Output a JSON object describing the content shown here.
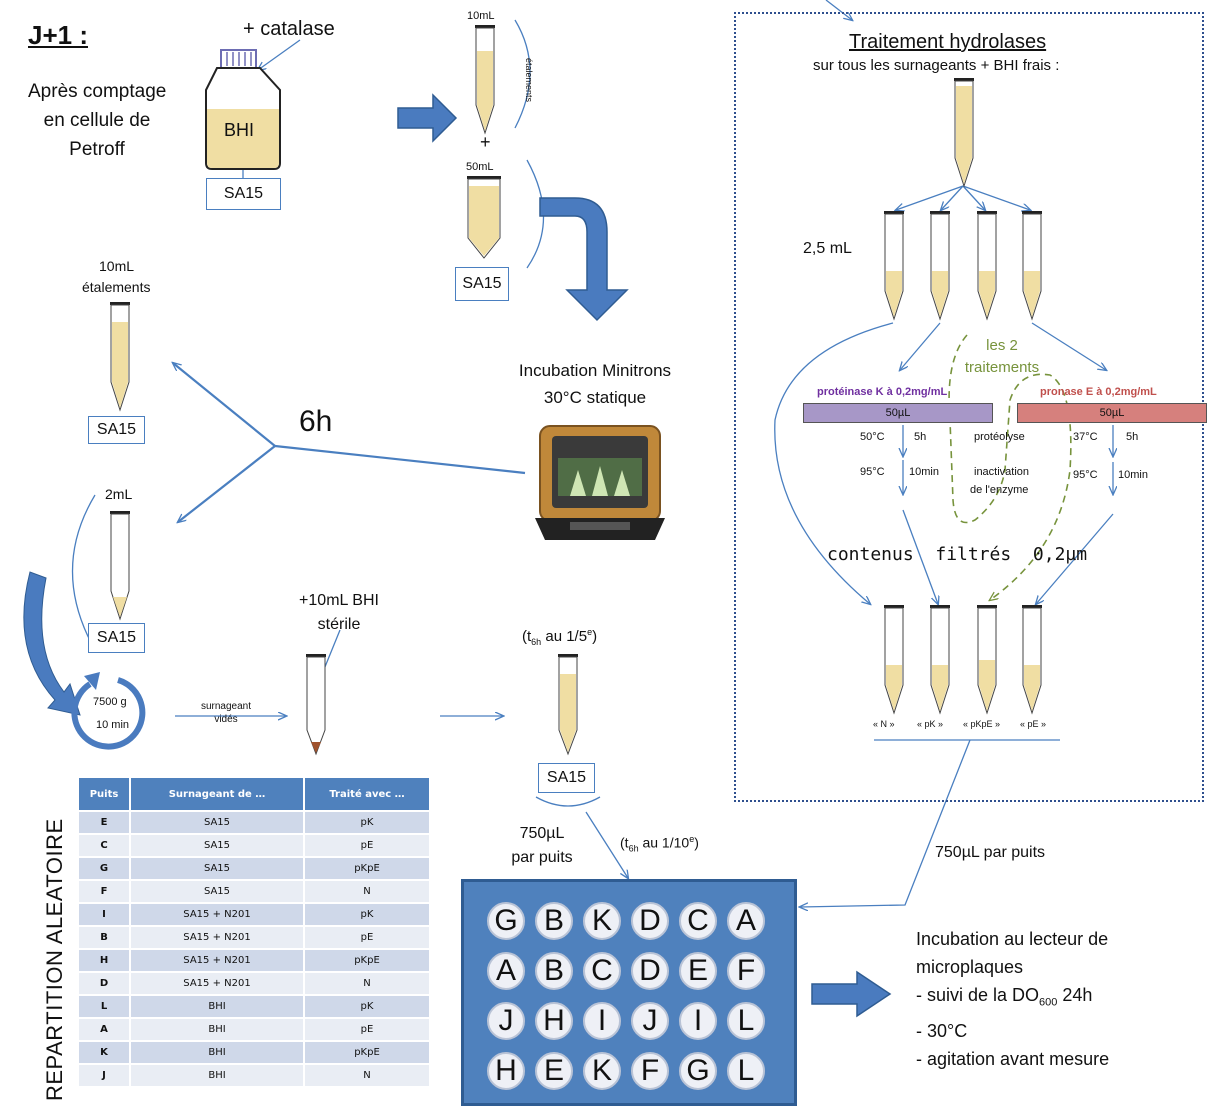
{
  "title": "J+1 :",
  "intro": {
    "line1": "Après comptage",
    "line2": "en cellule de",
    "line3": "Petroff"
  },
  "catalase": "+ catalase",
  "bottle": {
    "medium": "BHI",
    "strain": "SA15"
  },
  "top_tubes": {
    "vol1": "10mL",
    "etalements": "étalements",
    "plus": "+",
    "vol2": "50mL",
    "strain": "SA15"
  },
  "incubation": {
    "line1": "Incubation Minitrons",
    "line2": "30°C statique"
  },
  "time": "6h",
  "left_tube1": {
    "vol": "10mL",
    "label": "étalements",
    "strain": "SA15"
  },
  "left_tube2": {
    "vol": "2mL",
    "strain": "SA15"
  },
  "centrifuge": {
    "speed": "7500 g",
    "time": "10 min"
  },
  "supernatant": {
    "line1": "surnageant",
    "line2": "vidés"
  },
  "bhi_add": {
    "line1": "+10mL BHI",
    "line2": "stérile"
  },
  "dilution1": {
    "pre": "(t",
    "sub": "6h",
    "post": " au 1/5",
    "sup": "e",
    "end": ")"
  },
  "mid_tube": {
    "strain": "SA15"
  },
  "per_well": {
    "line1": "750µL",
    "line2": "par puits"
  },
  "dilution2": {
    "pre": "(t",
    "sub": "6h",
    "post": " au 1/10",
    "sup": "e",
    "end": ")"
  },
  "hydrolases": {
    "title": "Traitement hydrolases",
    "subtitle": "sur tous les surnageants + BHI frais :",
    "volume": "2,5 mL",
    "both": {
      "line1": "les 2",
      "line2": "traitements"
    },
    "enzyme_k": {
      "name": "protéinase K à 0,2mg/mL",
      "vol": "50µL",
      "temp1": "50°C",
      "time1": "5h",
      "temp2": "95°C",
      "time2": "10min",
      "color": "#a797c7"
    },
    "enzyme_e": {
      "name": "pronase E à 0,2mg/mL",
      "vol": "50µL",
      "temp1": "37°C",
      "time1": "5h",
      "temp2": "95°C",
      "time2": "10min",
      "color": "#d6807d"
    },
    "step1": "protéolyse",
    "step2_1": "inactivation",
    "step2_2": "de l'enzyme",
    "filtered": "contenus  filtrés  0,2µm",
    "tube_labels": [
      "« N »",
      "« pK »",
      "« pKpE »",
      "« pE »"
    ]
  },
  "per_well2": "750µL par puits",
  "repartition": "REPARTITION ALEATOIRE",
  "table": {
    "headers": [
      "Puits",
      "Surnageant  de …",
      "Traité  avec …"
    ],
    "rows": [
      [
        "E",
        "SA15",
        "pK"
      ],
      [
        "C",
        "SA15",
        "pE"
      ],
      [
        "G",
        "SA15",
        "pKpE"
      ],
      [
        "F",
        "SA15",
        "N"
      ],
      [
        "I",
        "SA15 + N201",
        "pK"
      ],
      [
        "B",
        "SA15 + N201",
        "pE"
      ],
      [
        "H",
        "SA15 + N201",
        "pKpE"
      ],
      [
        "D",
        "SA15 + N201",
        "N"
      ],
      [
        "L",
        "BHI",
        "pK"
      ],
      [
        "A",
        "BHI",
        "pE"
      ],
      [
        "K",
        "BHI",
        "pKpE"
      ],
      [
        "J",
        "BHI",
        "N"
      ]
    ]
  },
  "plate": [
    [
      "G",
      "B",
      "K",
      "D",
      "C",
      "A"
    ],
    [
      "A",
      "B",
      "C",
      "D",
      "E",
      "F"
    ],
    [
      "J",
      "H",
      "I",
      "J",
      "I",
      "L"
    ],
    [
      "H",
      "E",
      "K",
      "F",
      "G",
      "L"
    ]
  ],
  "reader": {
    "line1": "Incubation au lecteur de",
    "line2": "microplaques",
    "line3_pre": "- suivi de la DO",
    "line3_sub": "600",
    "line3_post": " 24h",
    "line4": "- 30°C",
    "line5": "- agitation avant mesure"
  }
}
